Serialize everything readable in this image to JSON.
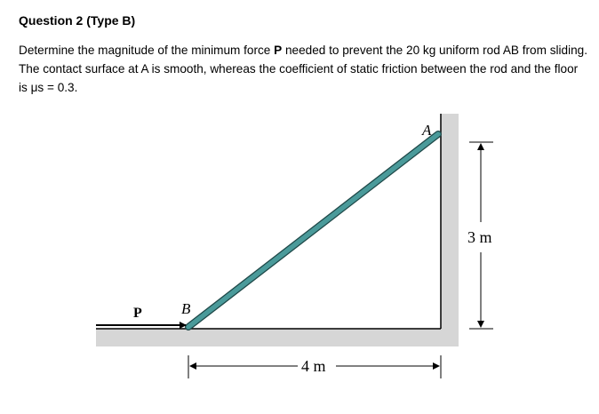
{
  "question": {
    "heading": "Question 2 (Type B)",
    "text_before_bold": "Determine the magnitude of the minimum force ",
    "bold_symbol": "P",
    "text_after_bold": " needed to prevent the 20 kg uniform rod AB from sliding.  The contact surface at A is smooth, whereas the coefficient of static friction between the rod and the floor is μs = 0.3."
  },
  "figure": {
    "label_A": "A",
    "label_B": "B",
    "label_P": "P",
    "height_dimension": "3 m",
    "width_dimension": "4 m",
    "rod_color": "#4a9a9a",
    "surface_color": "#d6d6d6"
  }
}
